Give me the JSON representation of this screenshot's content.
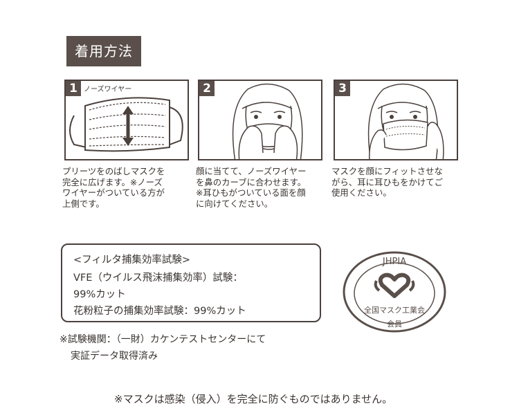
{
  "section_title": "着用方法",
  "steps": [
    {
      "number": "1",
      "tag": "ノーズワイヤー",
      "description": "プリーツをのばしマスクを\n完全に広げます。※ノーズ\nワイヤーがついている方が\n上側です。"
    },
    {
      "number": "2",
      "description": "顔に当てて、ノーズワイヤー\nを鼻のカーブに合わせます。\n※耳ひもがついている面を顔\nに向けてください。"
    },
    {
      "number": "3",
      "description": "マスクを顔にフィットさせな\nがら、耳に耳ひもをかけてご\n使用ください。"
    }
  ],
  "filter_test": {
    "heading": "<フィルタ捕集効率試験>",
    "line1": "VFE（ウイルス飛沫捕集効率）試験：",
    "line2": "99%カット",
    "line3": "花粉粒子の捕集効率試験：99%カット"
  },
  "test_note": {
    "line1": "※試験機関：（一財）カケンテストセンターにて",
    "line2": "実証データ取得済み"
  },
  "logo": {
    "top_text": "JHPIA",
    "arc_text": "全国マスク工業会",
    "bottom_text": "会員",
    "icon": "mask-heart-icon"
  },
  "disclaimer": "※マスクは感染（侵入）を完全に防ぐものではありません。",
  "colors": {
    "dark": "#5a4f4a",
    "line": "#4a403c",
    "text": "#3a3330"
  }
}
